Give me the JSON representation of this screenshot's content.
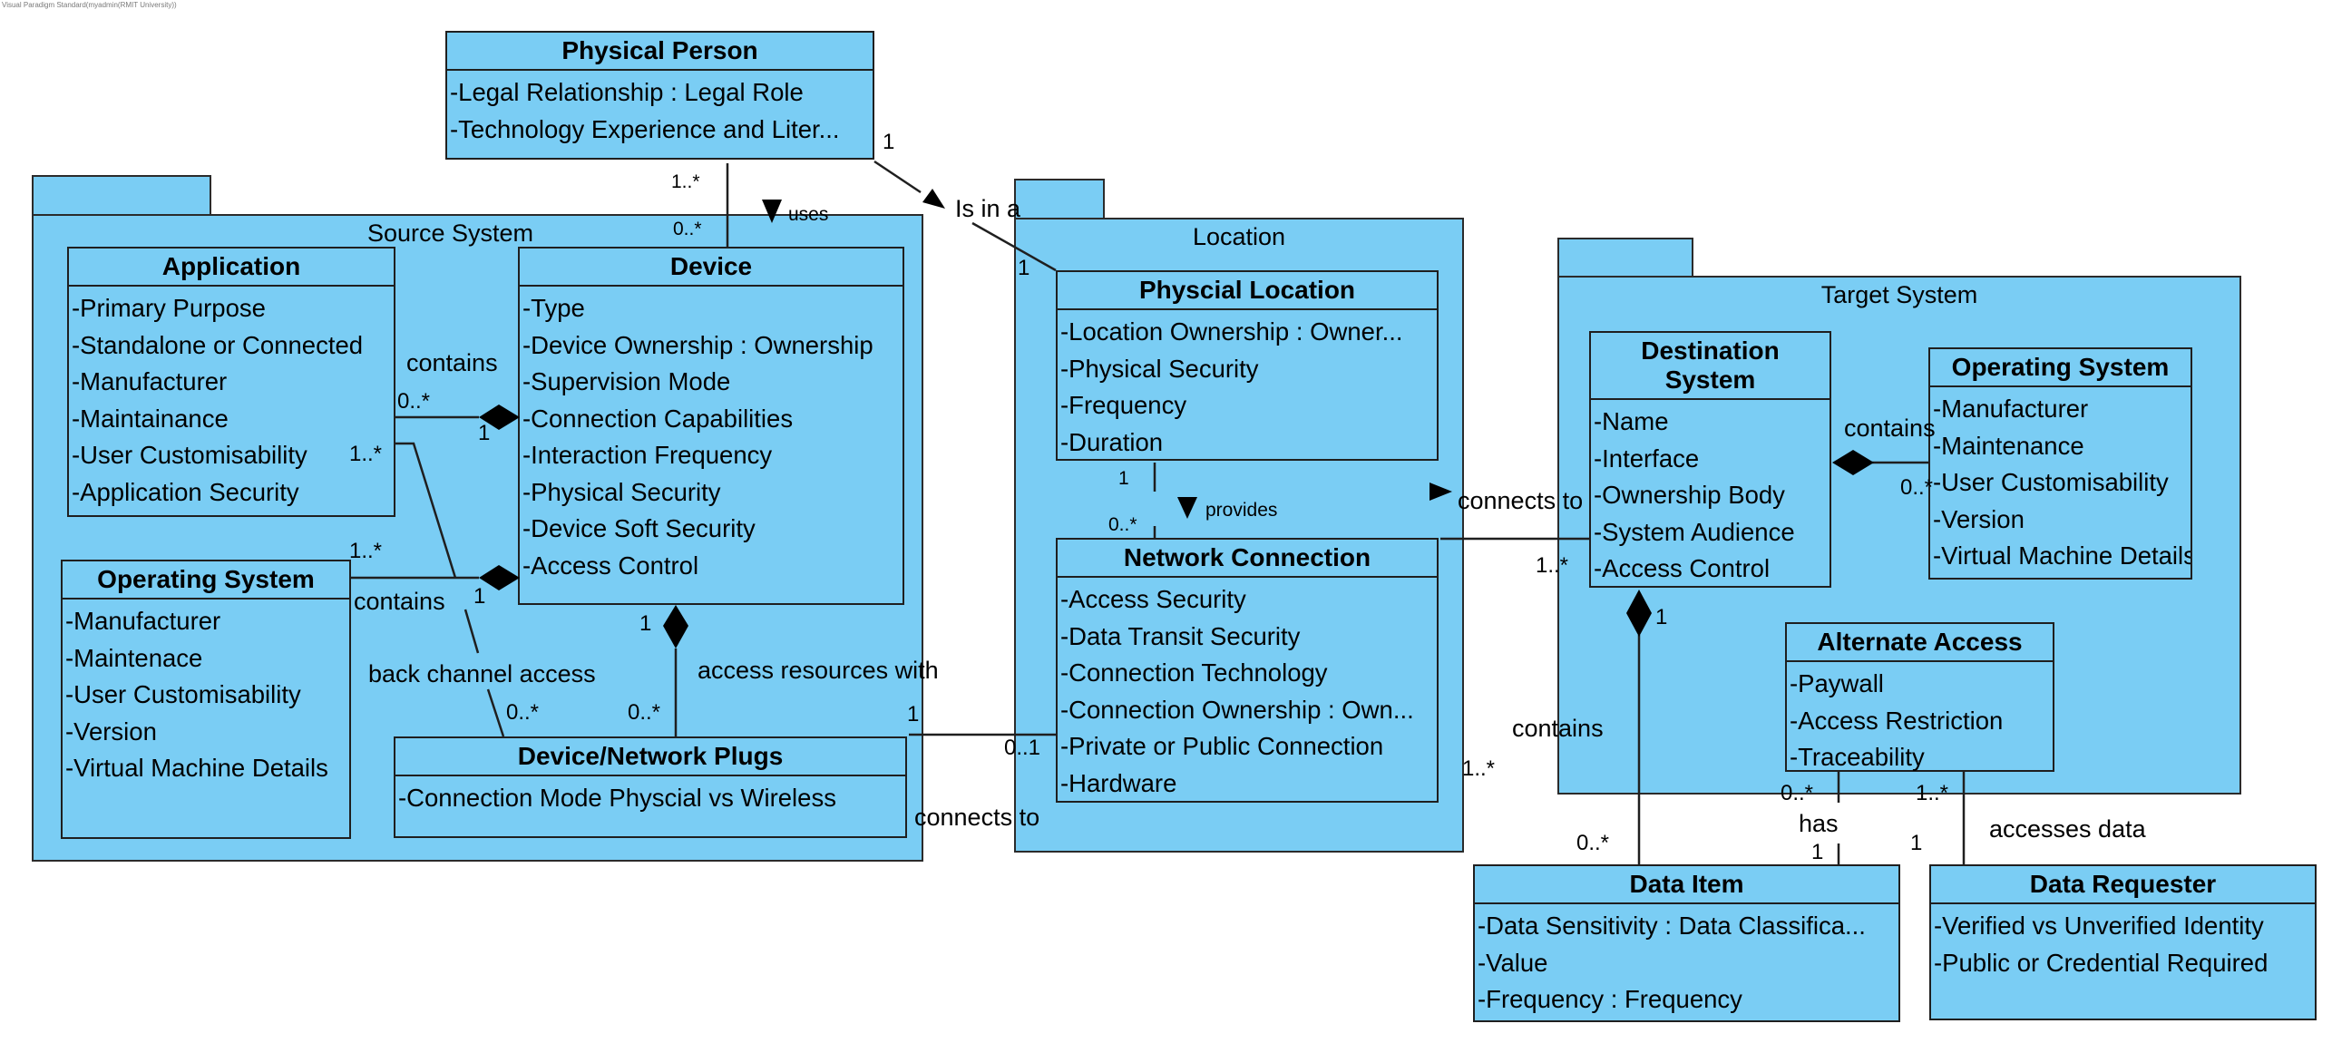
{
  "app": {
    "watermark": "Visual Paradigm Standard(myadmin(RMIT University))"
  },
  "colors": {
    "fill": "#7ACDF4",
    "stroke": "#1f1f1f"
  },
  "packages": {
    "source": {
      "name": "Source System"
    },
    "location": {
      "name": "Location"
    },
    "target": {
      "name": "Target System"
    }
  },
  "classes": {
    "physical_person": {
      "name": "Physical Person",
      "attrs": [
        "-Legal Relationship : Legal Role",
        "-Technology Experience and Liter..."
      ]
    },
    "application": {
      "name": "Application",
      "attrs": [
        "-Primary Purpose",
        "-Standalone or Connected",
        "-Manufacturer",
        "-Maintainance",
        "-User Customisability",
        "-Application Security"
      ]
    },
    "device": {
      "name": "Device",
      "attrs": [
        "-Type",
        "-Device Ownership : Ownership",
        "-Supervision Mode",
        "-Connection Capabilities",
        "-Interaction Frequency",
        "-Physical Security",
        "-Device Soft Security",
        "-Access Control"
      ]
    },
    "os_source": {
      "name": "Operating System",
      "attrs": [
        "-Manufacturer",
        "-Maintenace",
        "-User Customisability",
        "-Version",
        "-Virtual Machine Details"
      ]
    },
    "plugs": {
      "name": "Device/Network Plugs",
      "attrs": [
        "-Connection Mode Physcial vs Wireless"
      ]
    },
    "physical_location": {
      "name": "Physcial Location",
      "attrs": [
        "-Location Ownership : Owner...",
        "-Physical Security",
        "-Frequency",
        "-Duration"
      ]
    },
    "network_connection": {
      "name": "Network Connection",
      "attrs": [
        "-Access Security",
        "-Data Transit Security",
        "-Connection Technology",
        "-Connection Ownership : Own...",
        "-Private or Public Connection",
        "-Hardware"
      ]
    },
    "destination": {
      "name_line1": "Destination",
      "name_line2": "System",
      "attrs": [
        "-Name",
        "-Interface",
        "-Ownership Body",
        "-System Audience",
        "-Access Control"
      ]
    },
    "os_target": {
      "name": "Operating System",
      "attrs": [
        "-Manufacturer",
        "-Maintenance",
        "-User Customisability",
        "-Version",
        "-Virtual Machine Details"
      ]
    },
    "alternate_access": {
      "name": "Alternate Access",
      "attrs": [
        "-Paywall",
        "-Access Restriction",
        "-Traceability"
      ]
    },
    "data_item": {
      "name": "Data Item",
      "attrs": [
        "-Data Sensitivity : Data Classifica...",
        "-Value",
        "-Frequency : Frequency"
      ]
    },
    "data_requester": {
      "name": "Data Requester",
      "attrs": [
        "-Verified vs Unverified Identity",
        "-Public or Credential Required"
      ]
    }
  },
  "associations": {
    "uses": {
      "label": "uses",
      "m_person": "1..*",
      "m_device": "0..*"
    },
    "is_in_a": {
      "label": "Is in a",
      "m_person": "1",
      "m_location": "1"
    },
    "app_contains": {
      "label": "contains",
      "m_app": "0..*",
      "m_device": "1"
    },
    "os_contains": {
      "label": "contains",
      "m_os": "1..*",
      "m_device": "1"
    },
    "back_channel": {
      "label": "back channel access",
      "m_app": "1..*",
      "m_plugs": "0..*"
    },
    "access_resources": {
      "label": "access resources with",
      "m_device": "1",
      "m_plugs": "0..*"
    },
    "plugs_connects": {
      "label": "connects to",
      "m_plugs": "1",
      "m_network": "0..1"
    },
    "provides": {
      "label": "provides",
      "m_location": "1",
      "m_network": "0..*"
    },
    "network_connects": {
      "label": "connects to",
      "m_network": "1..*",
      "m_dest": "1..*"
    },
    "dest_contains_os": {
      "label": "contains",
      "m_os": "0..*"
    },
    "dest_contains_item": {
      "label": "contains",
      "m_dest": "1",
      "m_item": "0..*"
    },
    "has": {
      "label": "has",
      "m_alt": "0..*",
      "m_item": "1"
    },
    "accesses_data": {
      "label": "accesses data",
      "m_alt": "1..*",
      "m_req": "1"
    }
  }
}
